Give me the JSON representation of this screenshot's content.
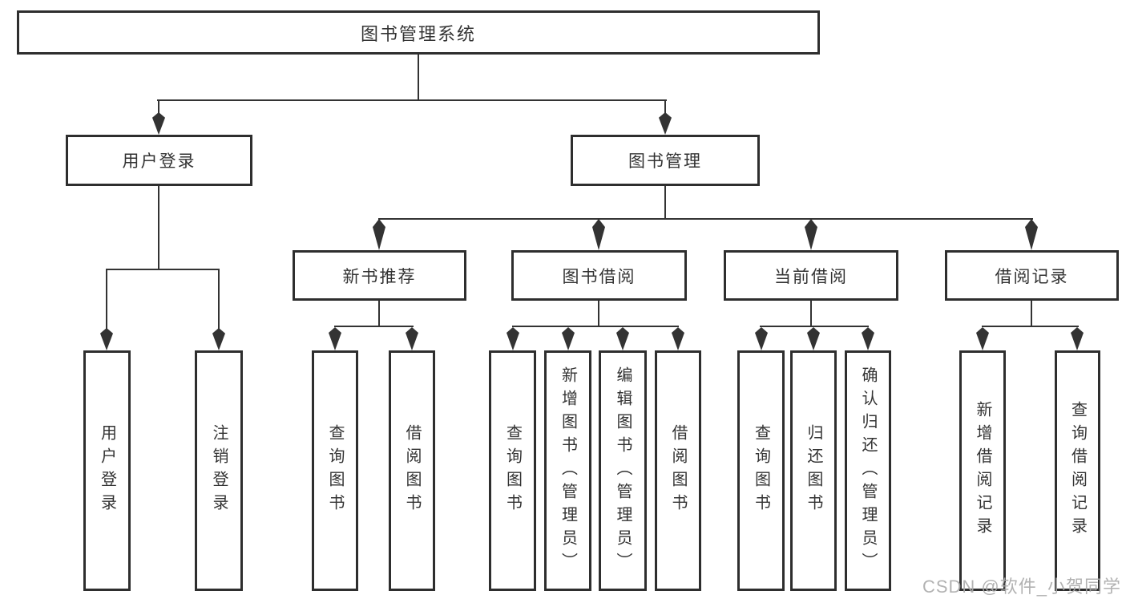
{
  "diagram": {
    "root": "图书管理系统",
    "level2": {
      "user_login": "用户登录",
      "book_mgmt": "图书管理"
    },
    "user_login_children": [
      "用户登录",
      "注销登录"
    ],
    "book_mgmt_children": [
      {
        "label": "新书推荐",
        "children": [
          "查询图书",
          "借阅图书"
        ]
      },
      {
        "label": "图书借阅",
        "children": [
          "查询图书",
          "新增图书（管理员）",
          "编辑图书（管理员）",
          "借阅图书"
        ]
      },
      {
        "label": "当前借阅",
        "children": [
          "查询图书",
          "归还图书",
          "确认归还（管理员）"
        ]
      },
      {
        "label": "借阅记录",
        "children": [
          "新增借阅记录",
          "查询借阅记录"
        ]
      }
    ]
  },
  "watermark": "CSDN @软件_小贺同学",
  "colors": {
    "line": "#333333",
    "border": "#2e2e2e",
    "text": "#333333",
    "watermark": "#aaaaaa",
    "background": "#ffffff"
  }
}
